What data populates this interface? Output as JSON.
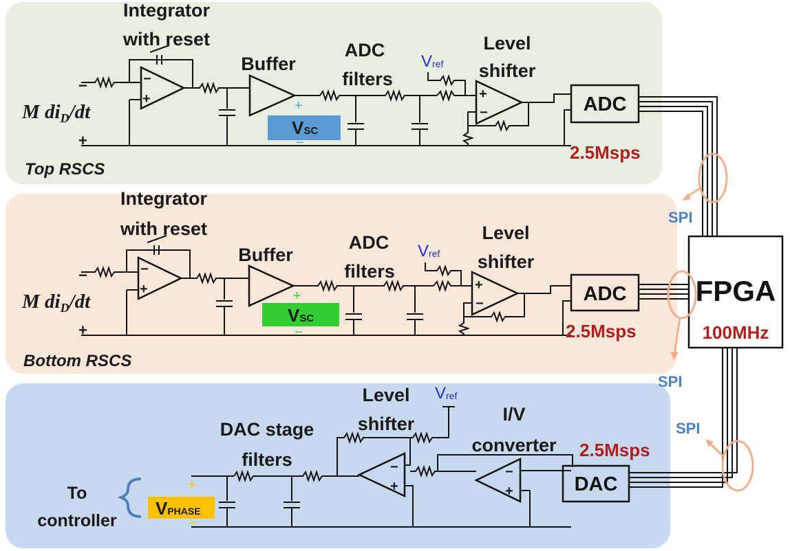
{
  "colors": {
    "top_bg": "#e6efdf",
    "bottom_bg": "#fbe6da",
    "dac_bg": "#c6d9ee",
    "vsc_top": "#5b9bd5",
    "vsc_bottom": "#33cc33",
    "vphase": "#ffc000",
    "rate": "#b01e1e",
    "spi": "#4f81bd",
    "vref": "#1f2fd0",
    "spi_loop": "#f0b090"
  },
  "top": {
    "section_label": "Top RSCS",
    "integrator_line1": "Integrator",
    "integrator_line2": "with reset",
    "buffer": "Buffer",
    "adc_filters_line1": "ADC",
    "adc_filters_line2": "filters",
    "level_shifter_line1": "Level",
    "level_shifter_line2": "shifter",
    "vref_main": "V",
    "vref_sub": "ref",
    "vsc_main": "V",
    "vsc_sub": "SC",
    "adc": "ADC",
    "rate": "2.5Msps",
    "input_minus": "−",
    "input_plus": "+",
    "vsc_plus": "+",
    "vsc_minus": "−"
  },
  "bottom": {
    "section_label": "Bottom RSCS",
    "integrator_line1": "Integrator",
    "integrator_line2": "with reset",
    "buffer": "Buffer",
    "adc_filters_line1": "ADC",
    "adc_filters_line2": "filters",
    "level_shifter_line1": "Level",
    "level_shifter_line2": "shifter",
    "vref_main": "V",
    "vref_sub": "ref",
    "vsc_main": "V",
    "vsc_sub": "SC",
    "adc": "ADC",
    "rate": "2.5Msps",
    "input_minus": "−",
    "input_plus": "+",
    "vsc_plus": "+",
    "vsc_minus": "−"
  },
  "input_signal": {
    "m": "M di",
    "sub": "D",
    "rest": "/dt"
  },
  "dac_section": {
    "dac_filters_line1": "DAC stage",
    "dac_filters_line2": "filters",
    "level_shifter_line1": "Level",
    "level_shifter_line2": "shifter",
    "vref_main": "V",
    "vref_sub": "ref",
    "iv_line1": "I/V",
    "iv_line2": "converter",
    "dac": "DAC",
    "rate": "2.5Msps",
    "vphase_main": "V",
    "vphase_sub": "PHASE",
    "vphase_plus": "+",
    "vphase_minus": "−",
    "to_controller_line1": "To",
    "to_controller_line2": "controller"
  },
  "fpga": {
    "label": "FPGA",
    "clock": "100MHz"
  },
  "spi": {
    "label_top": "SPI",
    "label_mid": "SPI",
    "label_bottom": "SPI"
  }
}
